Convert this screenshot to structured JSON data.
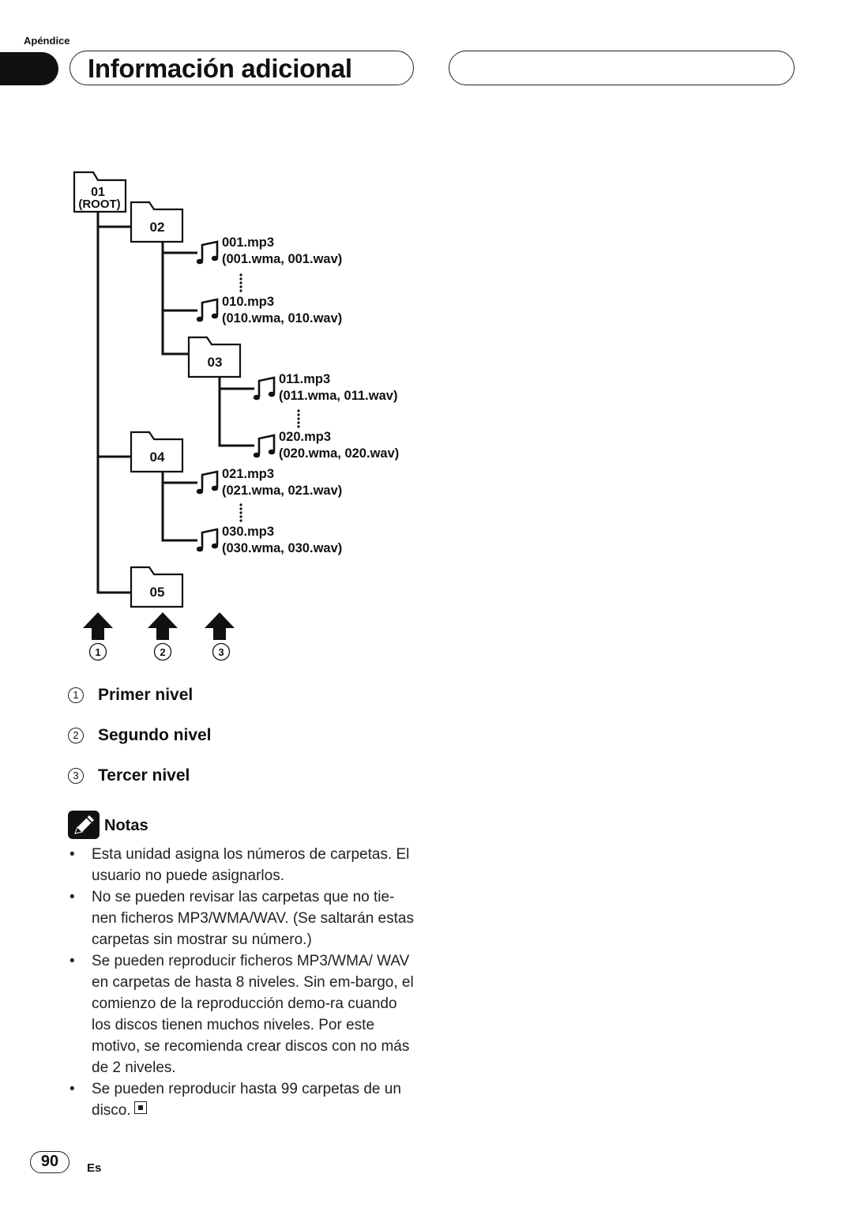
{
  "header": {
    "section": "Apéndice",
    "title": "Información adicional"
  },
  "tree": {
    "root": {
      "number": "01",
      "label": "(ROOT)"
    },
    "folders": {
      "f02": "02",
      "f03": "03",
      "f04": "04",
      "f05": "05"
    },
    "files": [
      {
        "name": "001.mp3",
        "alt": "(001.wma, 001.wav)"
      },
      {
        "name": "010.mp3",
        "alt": "(010.wma, 010.wav)"
      },
      {
        "name": "011.mp3",
        "alt": "(011.wma, 011.wav)"
      },
      {
        "name": "020.mp3",
        "alt": "(020.wma, 020.wav)"
      },
      {
        "name": "021.mp3",
        "alt": "(021.wma, 021.wav)"
      },
      {
        "name": "030.mp3",
        "alt": "(030.wma, 030.wav)"
      }
    ],
    "arrow_markers": [
      "1",
      "2",
      "3"
    ]
  },
  "legend": [
    {
      "num": "1",
      "label": "Primer nivel"
    },
    {
      "num": "2",
      "label": "Segundo nivel"
    },
    {
      "num": "3",
      "label": "Tercer nivel"
    }
  ],
  "notes": {
    "title": "Notas",
    "items": [
      "Esta unidad asigna los números de carpetas. El usuario no puede asignarlos.",
      "No se pueden revisar las carpetas que no tie-nen ficheros MP3/WMA/WAV. (Se saltarán estas carpetas sin mostrar su número.)",
      "Se pueden reproducir ficheros MP3/WMA/ WAV en carpetas de hasta 8 niveles. Sin em-bargo, el comienzo de la reproducción demo-ra cuando los discos tienen muchos niveles. Por este motivo, se recomienda crear discos con no más de 2 niveles.",
      "Se pueden reproducir hasta 99 carpetas de un disco."
    ]
  },
  "footer": {
    "page": "90",
    "lang": "Es"
  }
}
